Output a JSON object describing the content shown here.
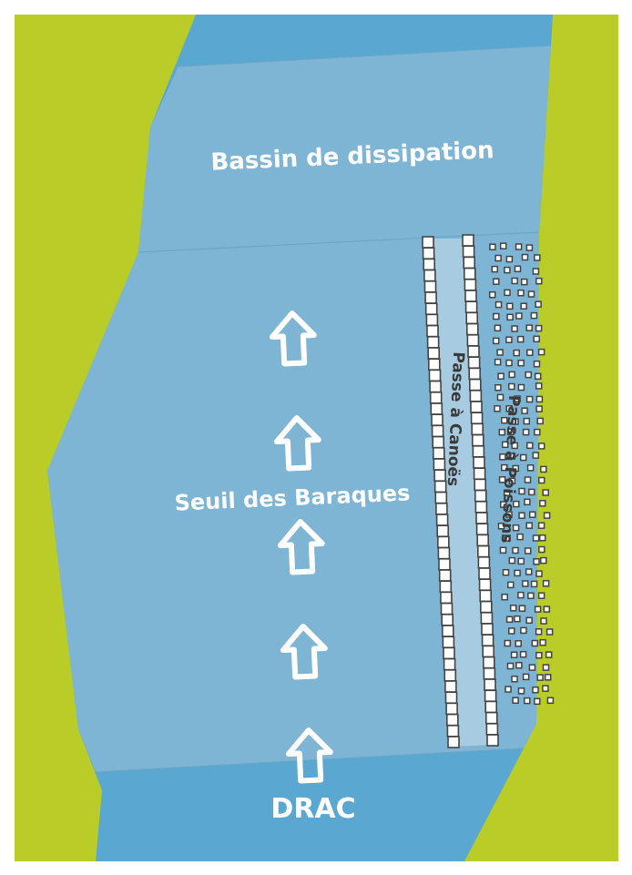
{
  "labels": {
    "basin": "Bassin de dissipation",
    "weir": "Seuil des Baraques",
    "river": "DRAC",
    "canoe_pass": "Passe à Canoës",
    "fish_pass": "Passe à Poissons"
  },
  "colors": {
    "bank": "#b9cc28",
    "river_deep": "#5aa7d1",
    "river_light": "#7fb5d4",
    "canoe_channel": "#a7cce2",
    "arrow": "#ffffff",
    "pass_text": "#3a3a3a"
  },
  "icons": {
    "flow_arrow": "arrow-up-icon"
  }
}
